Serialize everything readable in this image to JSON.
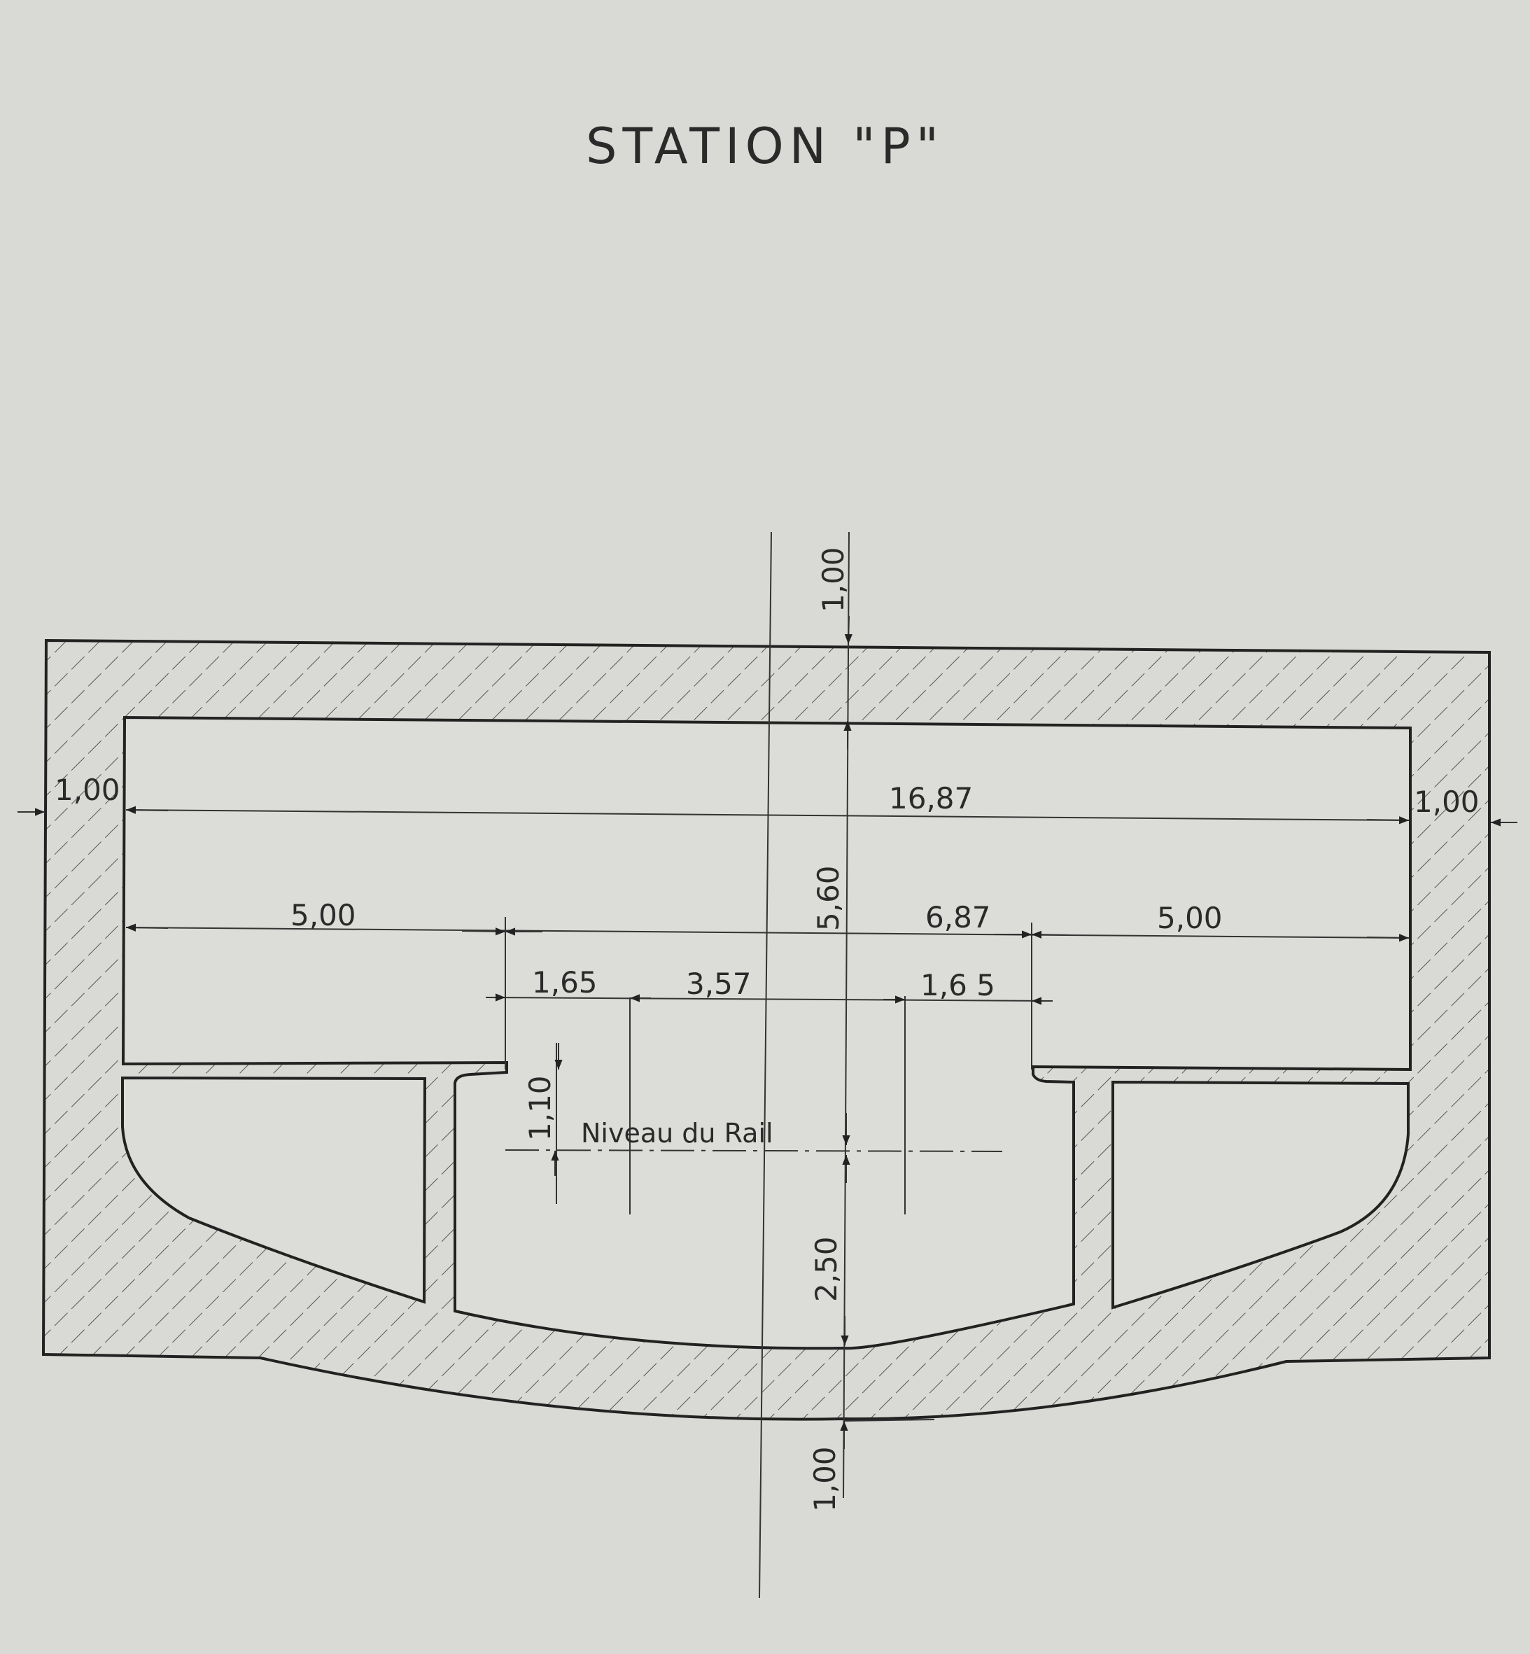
{
  "title": "STATION \"P\"",
  "dimensions": {
    "roof_thickness": "1,00",
    "left_wall": "1,00",
    "right_wall": "1,00",
    "inner_width": "16,87",
    "left_platform": "5,00",
    "right_platform": "5,00",
    "track_zone": "6,87",
    "track_left_clearance": "1,65",
    "track_gauge_zone": "3,57",
    "track_right_clearance": "1,6 5",
    "clear_height": "5,60",
    "platform_height": "1,10",
    "below_rail": "2,50",
    "invert_thickness": "1,00"
  },
  "labels": {
    "rail_level": "Niveau du Rail"
  },
  "colors": {
    "paper": "#d9dad5",
    "ink": "#222222"
  }
}
